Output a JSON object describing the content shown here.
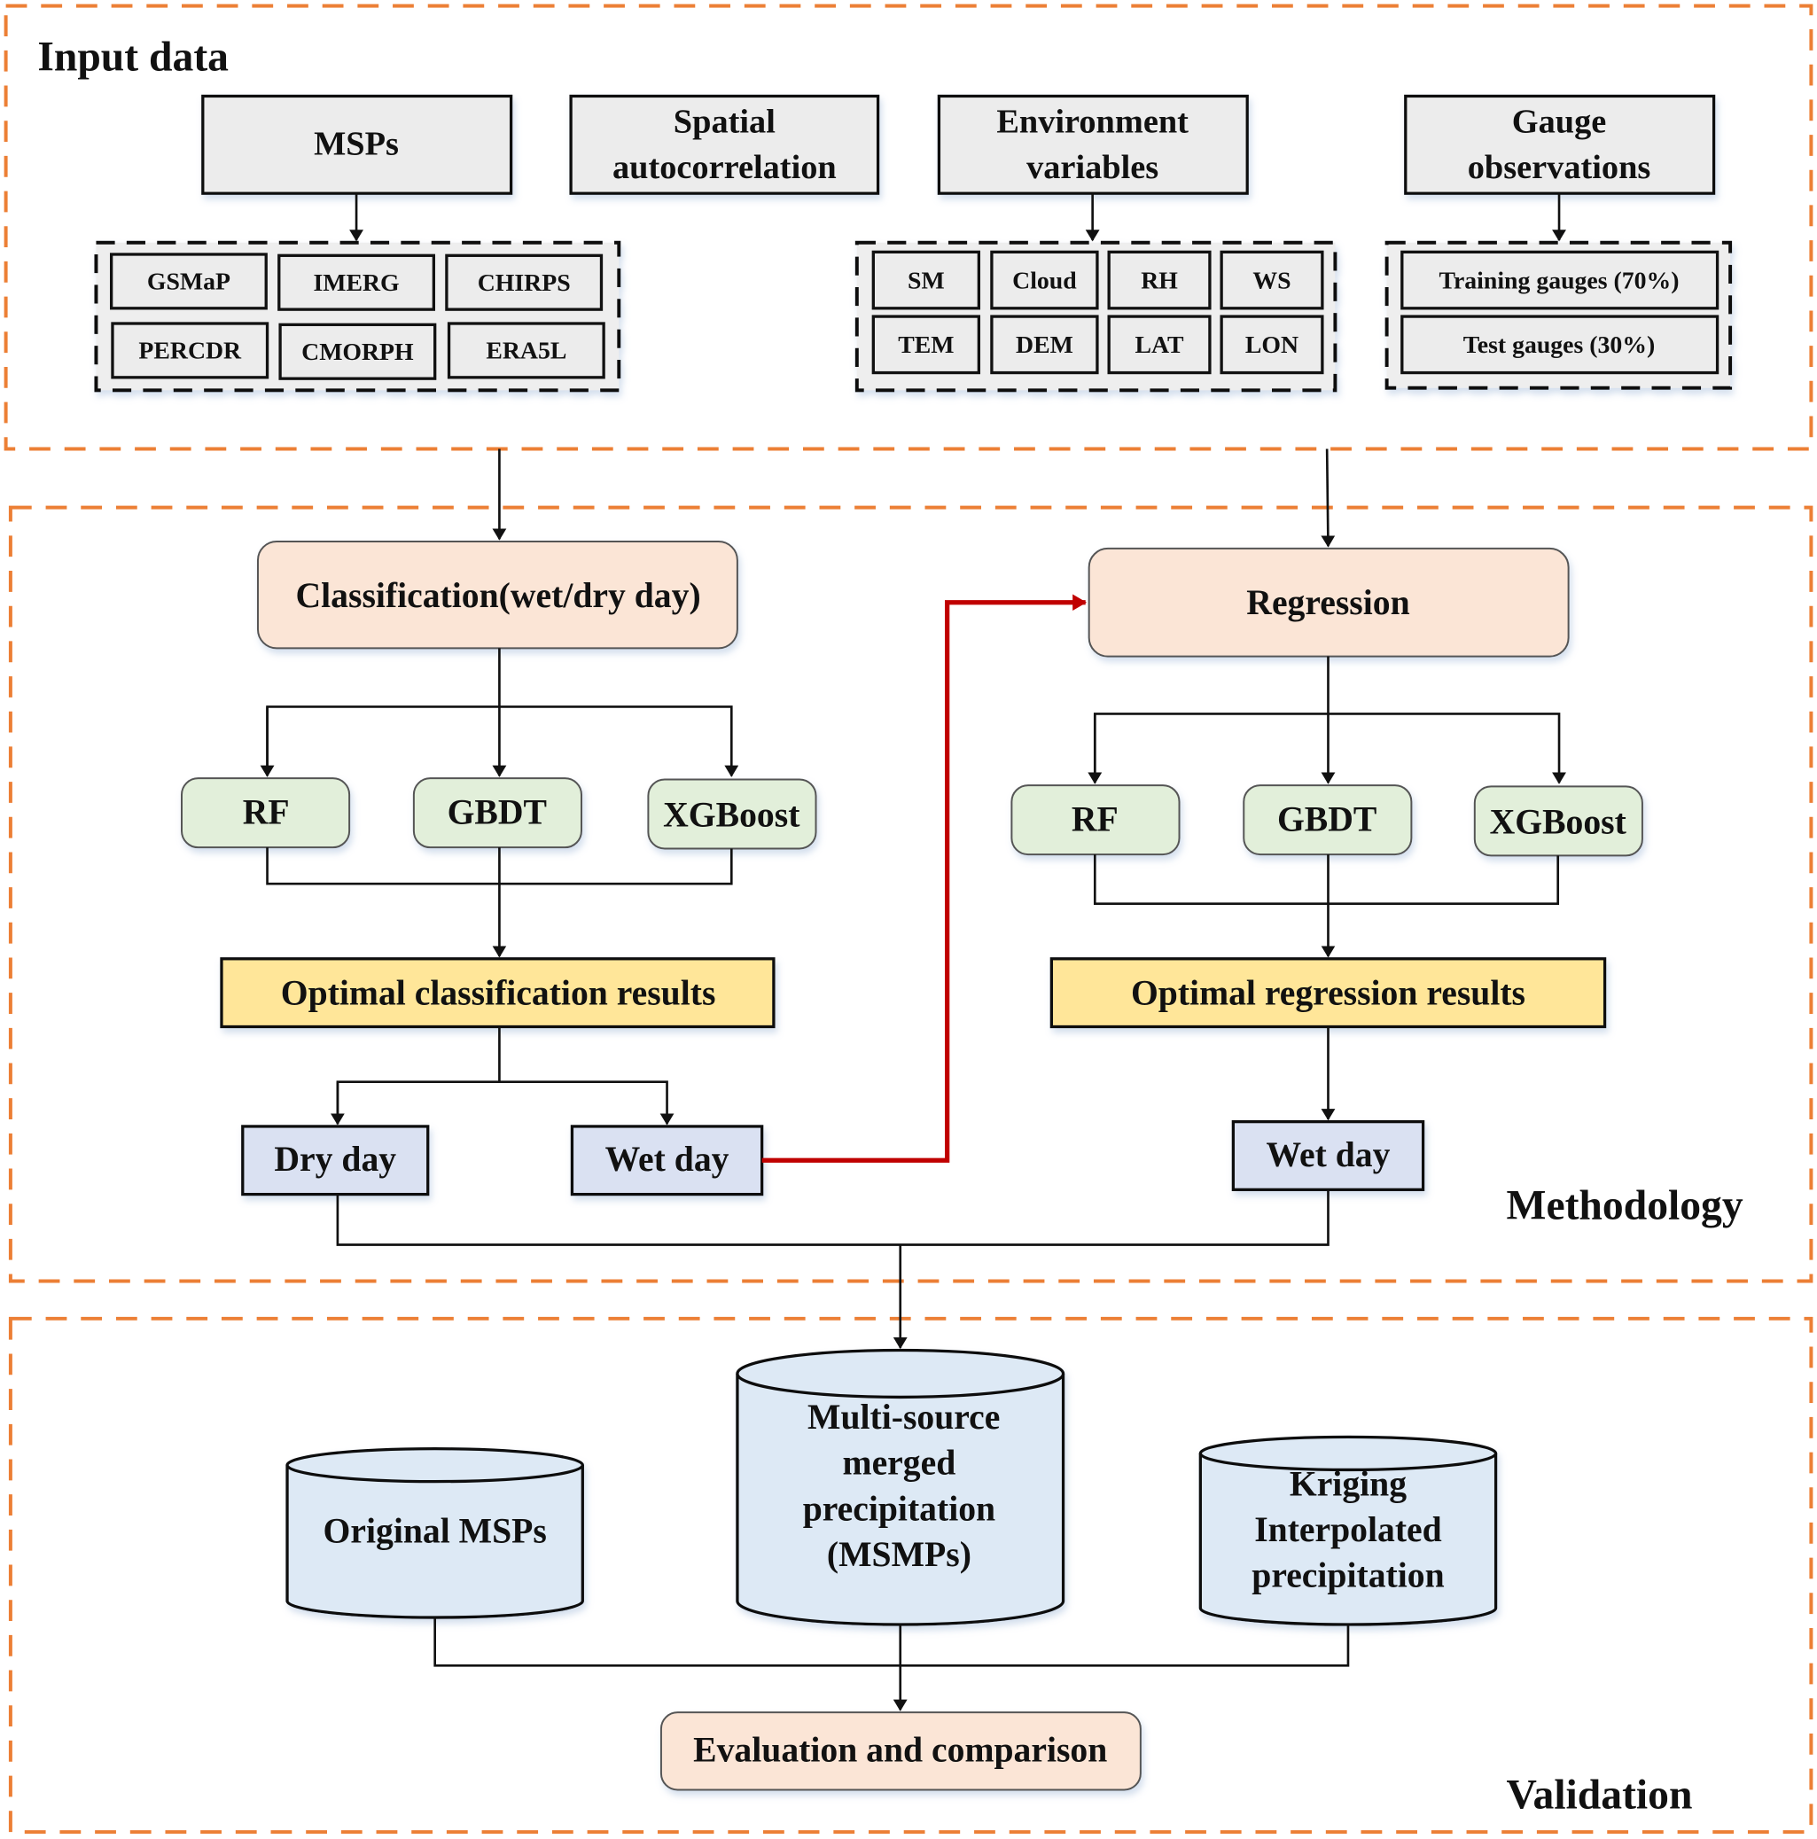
{
  "colors": {
    "section_border": "#ec7f35",
    "input_box": "#ececec",
    "peach": "#fbe5d6",
    "green": "#e2efda",
    "yellow": "#ffe699",
    "lavender": "#dae1f2",
    "cylinder": "#dde9f5",
    "red_arrow": "#c00000"
  },
  "sections": {
    "input": "Input data",
    "methodology": "Methodology",
    "validation": "Validation"
  },
  "input": {
    "msps": {
      "title": "MSPs",
      "items": [
        "GSMaP",
        "IMERG",
        "CHIRPS",
        "PERCDR",
        "CMORPH",
        "ERA5L"
      ]
    },
    "spatial": {
      "line1": "Spatial",
      "line2": "autocorrelation"
    },
    "env": {
      "line1": "Environment",
      "line2": "variables",
      "items": [
        "SM",
        "Cloud",
        "RH",
        "WS",
        "TEM",
        "DEM",
        "LAT",
        "LON"
      ]
    },
    "gauge": {
      "line1": "Gauge",
      "line2": "observations",
      "items": [
        "Training gauges (70%)",
        "Test gauges (30%)"
      ]
    }
  },
  "methodology": {
    "classification": {
      "title": "Classification(wet/dry day)",
      "models": [
        "RF",
        "GBDT",
        "XGBoost"
      ],
      "result": "Optimal classification results",
      "outputs": [
        "Dry day",
        "Wet day"
      ]
    },
    "regression": {
      "title": "Regression",
      "models": [
        "RF",
        "GBDT",
        "XGBoost"
      ],
      "result": "Optimal regression results",
      "output": "Wet day"
    }
  },
  "validation": {
    "original": "Original MSPs",
    "merged": [
      "Multi-source",
      "merged",
      "precipitation",
      "(MSMPs)"
    ],
    "kriging": [
      "Kriging",
      "Interpolated",
      "precipitation"
    ],
    "evaluation": "Evaluation and comparison"
  }
}
